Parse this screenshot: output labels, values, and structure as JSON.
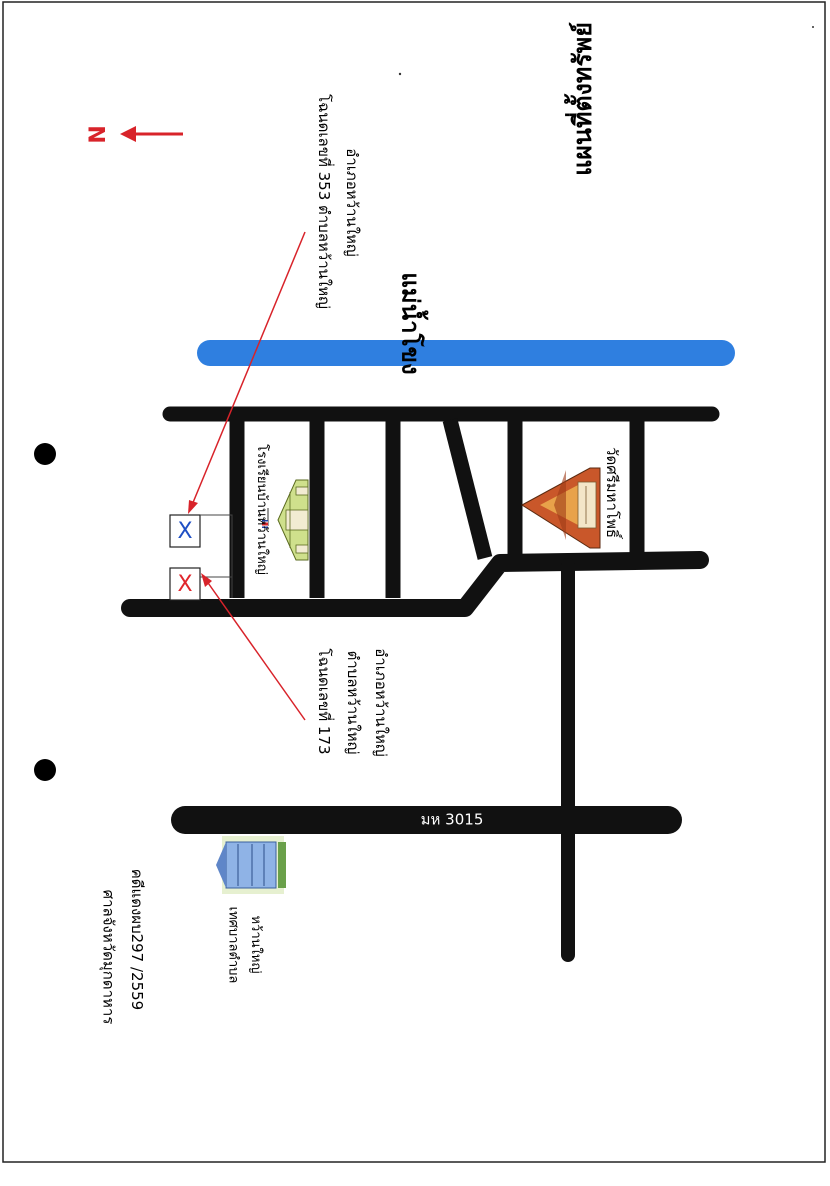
{
  "map": {
    "title": "แผนที่ตั้งทรัพย์",
    "north_label": "N",
    "river_label": "แม่น้ำโขง",
    "road_label": "มห 3015",
    "parcel_upper": {
      "line1": "โฉนดเลขที่ 353  ตำบลหว้านใหญ่",
      "line2": "อำเภอหว้านใหญ่",
      "marker": "X"
    },
    "parcel_lower": {
      "line1": "โฉนดเลขที่ 173",
      "line2": "ตำบลหว้านใหญ่",
      "line3": "อำเภอหว้านใหญ่",
      "marker": "X"
    },
    "school_label": "โรงเรียนบ้านหว้านใหญ่",
    "temple_label": "วัดศรีมหาโพธิ์",
    "municipality_label_1": "เทศบาลตำบล",
    "municipality_label_2": "หว้านใหญ่",
    "court_name": "ศาลจังหวัดมุกดาหาร",
    "case_number": "คดีแดงผบ297 /2559"
  },
  "colors": {
    "road": "#111111",
    "river": "#2f7fe0",
    "pointer": "#d8232a",
    "marker_red": "#e0262c",
    "marker_blue": "#1f4fc4"
  }
}
